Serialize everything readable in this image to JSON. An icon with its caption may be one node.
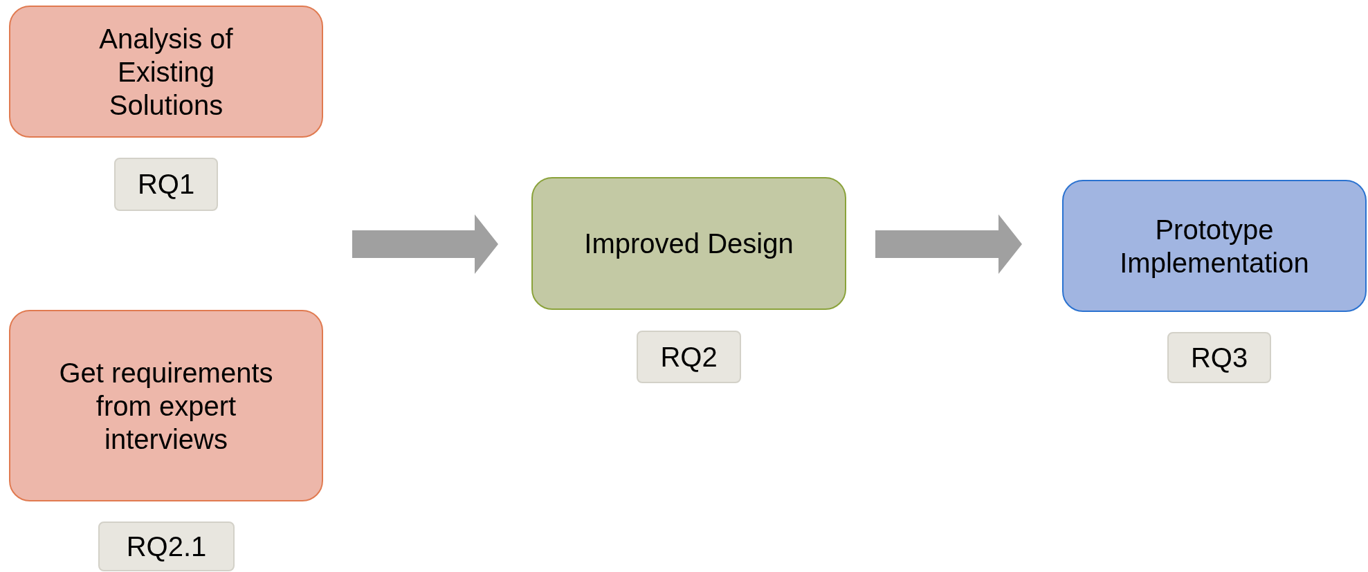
{
  "diagram": {
    "nodes": [
      {
        "text": [
          "Analysis of Existing Solutions"
        ]
      },
      {
        "text": [
          "RQ1"
        ]
      },
      {
        "text": [
          "Get requirements from expert interviews"
        ]
      },
      {
        "text": [
          "RQ2.1"
        ]
      },
      {
        "text": [
          "Improved Design"
        ]
      },
      {
        "text": [
          "RQ2"
        ]
      },
      {
        "text": [
          "Prototype Implementation"
        ]
      },
      {
        "text": [
          "RQ3"
        ]
      }
    ],
    "edges": [
      {
        "from": null,
        "to": 4,
        "arrow": "to"
      },
      {
        "from": 4,
        "to": 6,
        "arrow": "to"
      }
    ]
  }
}
